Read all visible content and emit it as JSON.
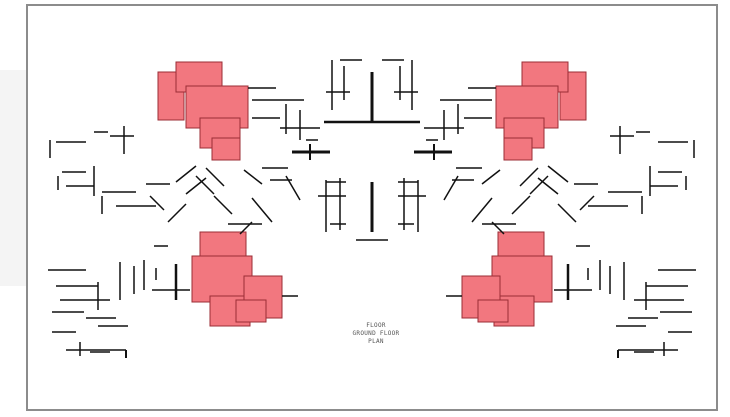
{
  "plan": {
    "caption_line1": "FLOOR",
    "caption_line2": "GROUND FLOOR PLAN"
  },
  "colors": {
    "highlight": "#f2777f",
    "highlight_edge": "#9b2c35",
    "linework": "#111111",
    "frame_border": "#8c8c8c"
  },
  "icons": [
    "floor-plan-drawing"
  ]
}
